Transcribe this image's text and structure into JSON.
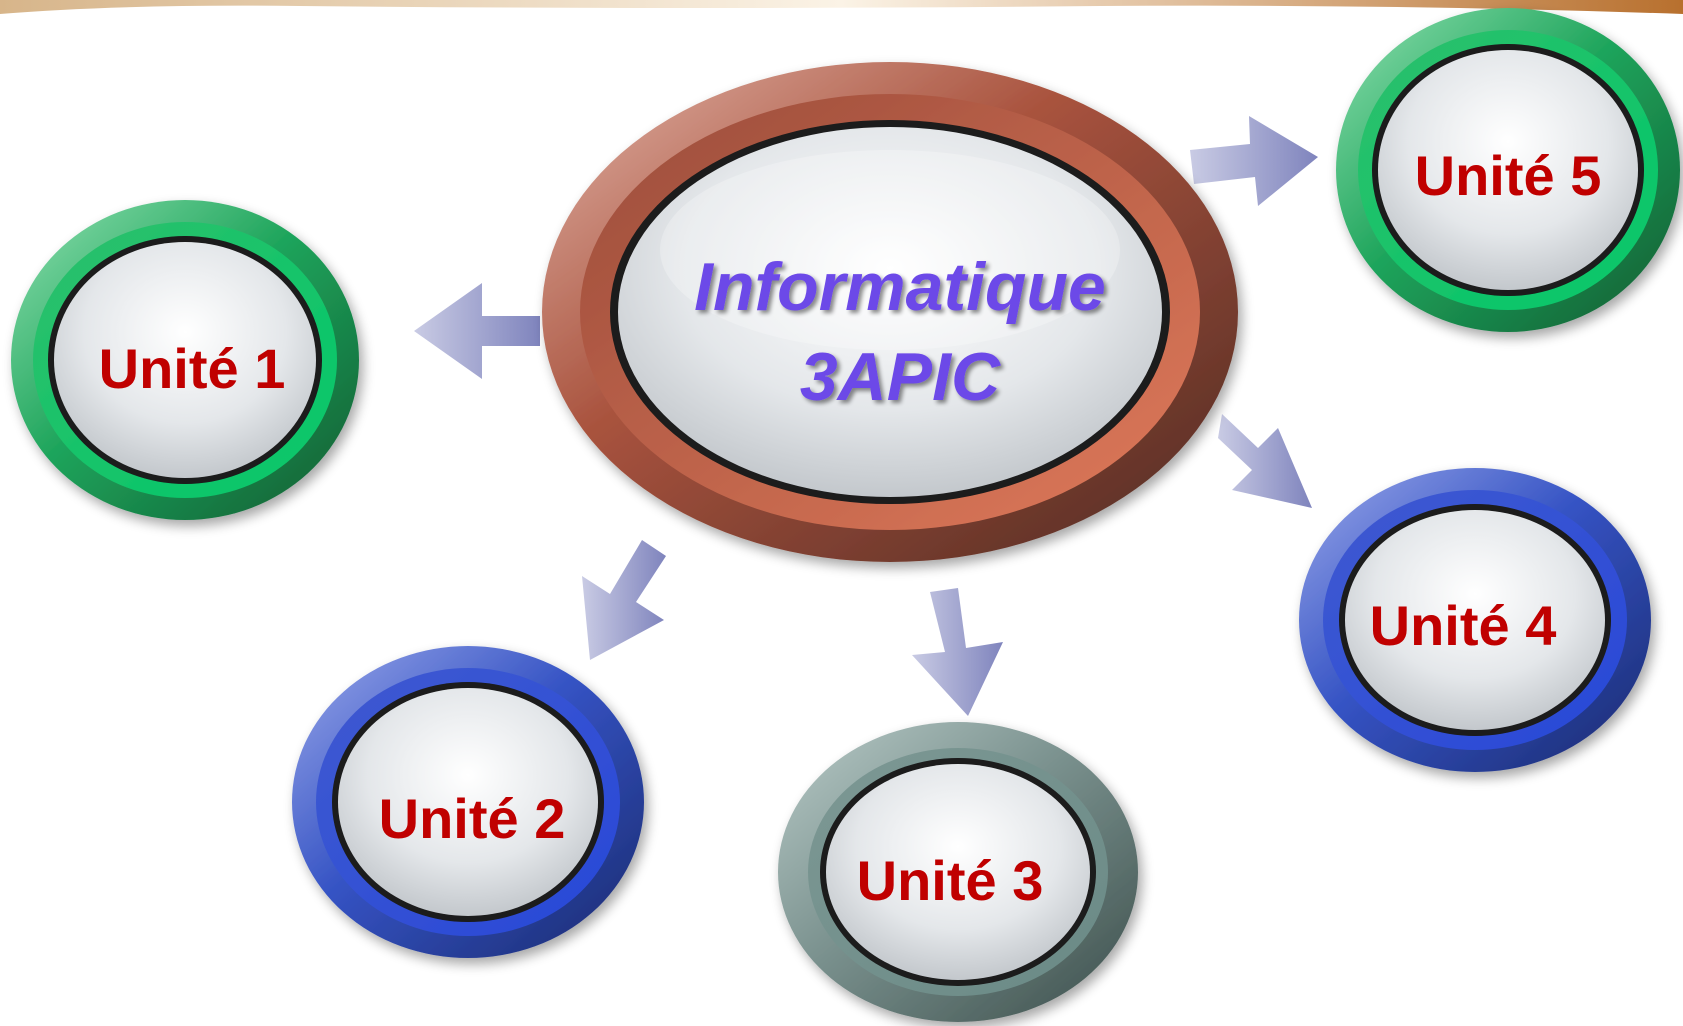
{
  "diagram": {
    "center": {
      "line1": "Informatique",
      "line2": "3APIC",
      "ring_color": "#a0523d",
      "text_color": "#6c49e8"
    },
    "units": [
      {
        "label": "Unité 1",
        "ring_color": "#1e9e57"
      },
      {
        "label": "Unité 2",
        "ring_color": "#2f4bbf"
      },
      {
        "label": "Unité 3",
        "ring_color": "#6f8a86"
      },
      {
        "label": "Unité 4",
        "ring_color": "#2f4bbf"
      },
      {
        "label": "Unité 5",
        "ring_color": "#1e9e57"
      }
    ],
    "unit_text_color": "#c00000",
    "arrow_color": "#8a8ec0"
  }
}
